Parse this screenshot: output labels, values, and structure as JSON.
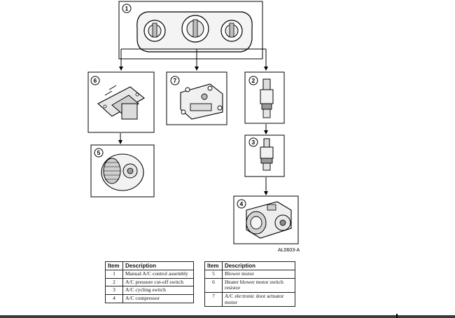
{
  "callouts": {
    "c1": "1",
    "c2": "2",
    "c3": "3",
    "c4": "4",
    "c5": "5",
    "c6": "6",
    "c7": "7"
  },
  "figure_id": "AL0603-A",
  "legend": {
    "header_item": "Item",
    "header_description": "Description",
    "left_rows": [
      {
        "item": "1",
        "description": "Manual A/C control assembly"
      },
      {
        "item": "2",
        "description": "A/C pressure cut-off switch"
      },
      {
        "item": "3",
        "description": "A/C cycling switch"
      },
      {
        "item": "4",
        "description": "A/C compressor"
      }
    ],
    "right_rows": [
      {
        "item": "5",
        "description": "Blower motor"
      },
      {
        "item": "6",
        "description": "Heater blower motor switch resistor"
      },
      {
        "item": "7",
        "description": "A/C ele:tronic door actuator motor"
      }
    ]
  }
}
